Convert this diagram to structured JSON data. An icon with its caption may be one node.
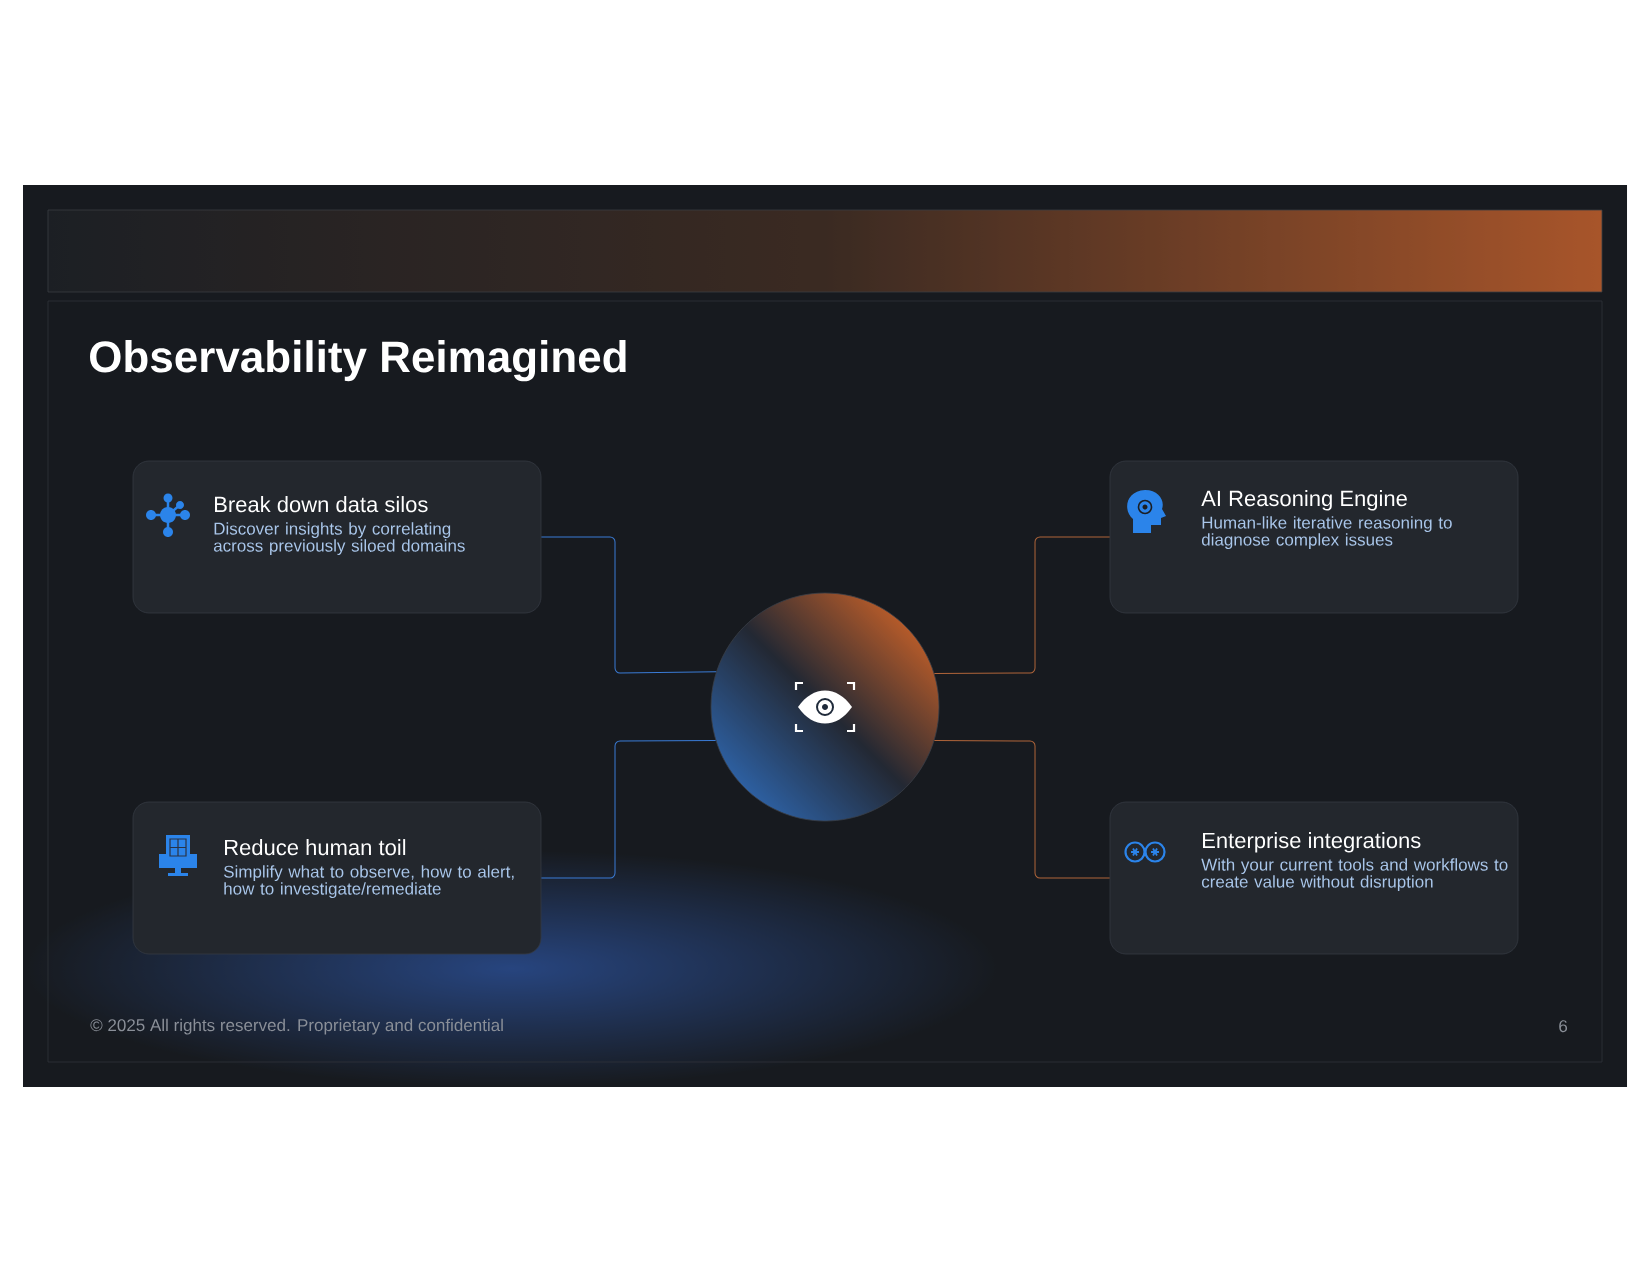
{
  "diagram": {
    "title": "Observability Reimagined",
    "nodes": [
      {
        "text": [
          "Break down data silos",
          "Discover insights by correlating across previously siloed domains"
        ]
      },
      {
        "text": [
          "AI Reasoning Engine",
          "Human-like iterative reasoning to diagnose complex issues"
        ]
      },
      {
        "text": [],
        "shape": "circle"
      },
      {
        "text": [
          "Reduce human toil",
          "Simplify what to observe, how to alert, how to investigate/remediate"
        ]
      },
      {
        "text": [
          "Enterprise integrations",
          "With your current tools and workflows to create value without disruption"
        ]
      }
    ],
    "edges": [
      {
        "from": 0,
        "to": 2,
        "arrow": "none"
      },
      {
        "from": 1,
        "to": 2,
        "arrow": "none",
        "color": "#b0653a"
      },
      {
        "from": 3,
        "to": 2,
        "arrow": "none"
      },
      {
        "from": 4,
        "to": 2,
        "arrow": "none",
        "color": "#b0653a"
      }
    ],
    "labels": [
      "© 2025 All rights reserved. Proprietary and confidential",
      "6"
    ]
  }
}
